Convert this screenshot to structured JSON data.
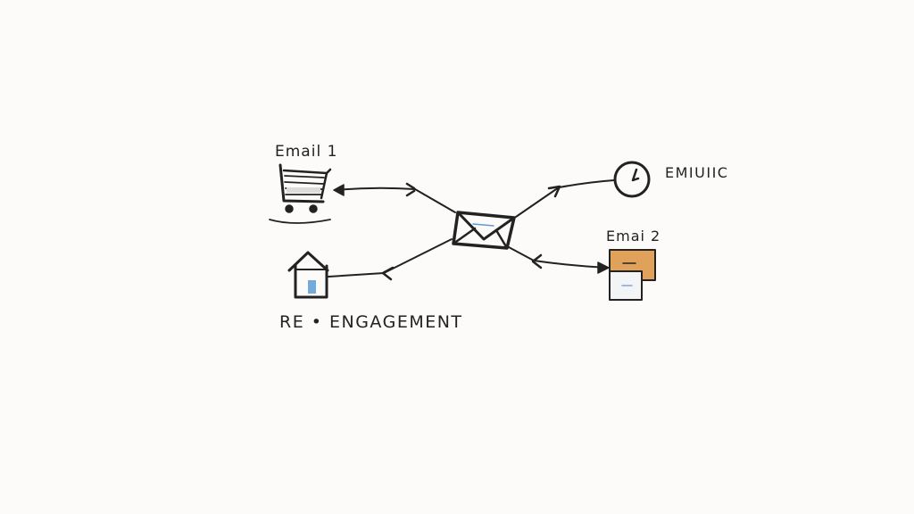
{
  "diagram": {
    "type": "hand-drawn email flow sketch",
    "background": "#fcfbf9",
    "ink_color": "#222222",
    "accent_colors": {
      "orange": "#e0a25a",
      "blue": "#5b9bd5",
      "light_gray": "#e6e6e6"
    },
    "nodes": [
      {
        "id": "email1",
        "label": "Email 1",
        "icon": "shopping-cart-icon"
      },
      {
        "id": "hub",
        "label": "",
        "icon": "envelope-icon"
      },
      {
        "id": "emiuuc",
        "label": "EMIUIIC",
        "icon": "clock-icon"
      },
      {
        "id": "email2",
        "label": "Emai 2",
        "icon": "document-box-icon"
      },
      {
        "id": "reengagement",
        "label": "RE • ENGAGEMENT",
        "icon": "house-icon"
      }
    ],
    "edges": [
      {
        "from": "hub",
        "to": "email1",
        "bidirectional": true
      },
      {
        "from": "hub",
        "to": "emiuuc",
        "bidirectional": false
      },
      {
        "from": "hub",
        "to": "email2",
        "bidirectional": true
      },
      {
        "from": "hub",
        "to": "reengagement",
        "bidirectional": false
      }
    ]
  },
  "labels": {
    "email1": "Email 1",
    "emiuuc": "EMIUIIC",
    "email2": "Emai 2",
    "reengagement": "RE • ENGAGEMENT"
  }
}
